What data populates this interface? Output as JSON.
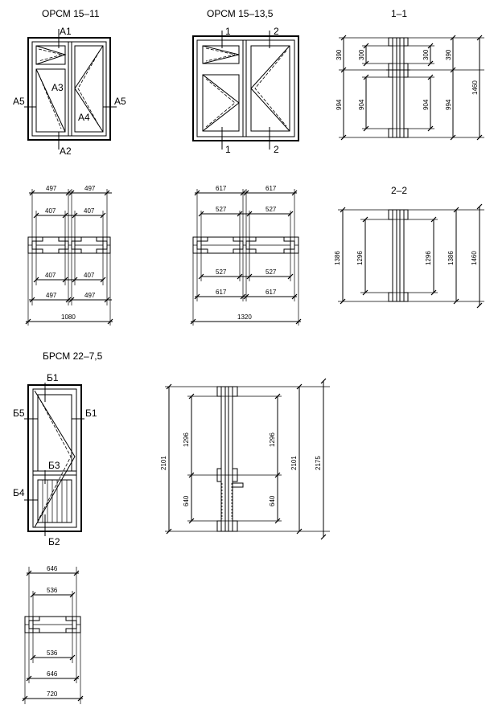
{
  "drawings": {
    "orsm_15_11": {
      "title": "ОРСМ 15–11",
      "labels": {
        "a1": "А1",
        "a2": "А2",
        "a3": "А3",
        "a4": "А4",
        "a5_left": "А5",
        "a5_right": "А5"
      }
    },
    "orsm_15_13_5": {
      "title": "ОРСМ 15–13,5",
      "labels": {
        "top1": "1",
        "top2": "2",
        "bot1": "1",
        "bot2": "2"
      }
    },
    "brsm_22_7_5": {
      "title": "БРСМ 22–7,5",
      "labels": {
        "b1_top": "Б1",
        "b5": "Б5",
        "b1_right": "Б1",
        "b3": "Б3",
        "b4": "Б4",
        "b2": "Б2"
      }
    }
  },
  "sections": {
    "s1_1": {
      "title": "1–1",
      "dims": {
        "l390": "390",
        "l300": "300",
        "r300": "300",
        "r390": "390",
        "l994": "994",
        "l904": "904",
        "r904": "904",
        "r994": "994",
        "total": "1460"
      }
    },
    "s2_2": {
      "title": "2–2",
      "dims": {
        "l1386": "1386",
        "l1296": "1296",
        "r1296": "1296",
        "r1386": "1386",
        "total": "1460"
      }
    },
    "door": {
      "dims": {
        "outer_left": "2101",
        "upper_left": "1296",
        "lower_left": "640",
        "upper_right": "1296",
        "lower_right": "640",
        "inner_right": "2101",
        "outer_right": "2175"
      }
    }
  },
  "plans": {
    "p1080": {
      "top": {
        "a": "497",
        "b": "497",
        "c": "407",
        "d": "407"
      },
      "bottom": {
        "c": "407",
        "d": "407",
        "a": "497",
        "b": "497",
        "total": "1080"
      }
    },
    "p1320": {
      "top": {
        "a": "617",
        "b": "617",
        "c": "527",
        "d": "527"
      },
      "bottom": {
        "c": "527",
        "d": "527",
        "a": "617",
        "b": "617",
        "total": "1320"
      }
    },
    "p720": {
      "top": {
        "a": "646",
        "b": "536"
      },
      "bottom": {
        "b": "536",
        "a": "646",
        "total": "720"
      }
    }
  }
}
